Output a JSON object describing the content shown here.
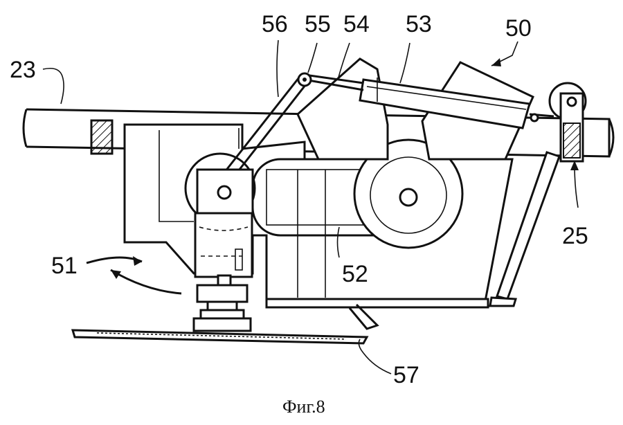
{
  "figure": {
    "caption": "Фиг.8",
    "labels": {
      "l23": "23",
      "l56": "56",
      "l55": "55",
      "l54": "54",
      "l53": "53",
      "l50": "50",
      "l25": "25",
      "l51": "51",
      "l52": "52",
      "l57": "57"
    }
  }
}
